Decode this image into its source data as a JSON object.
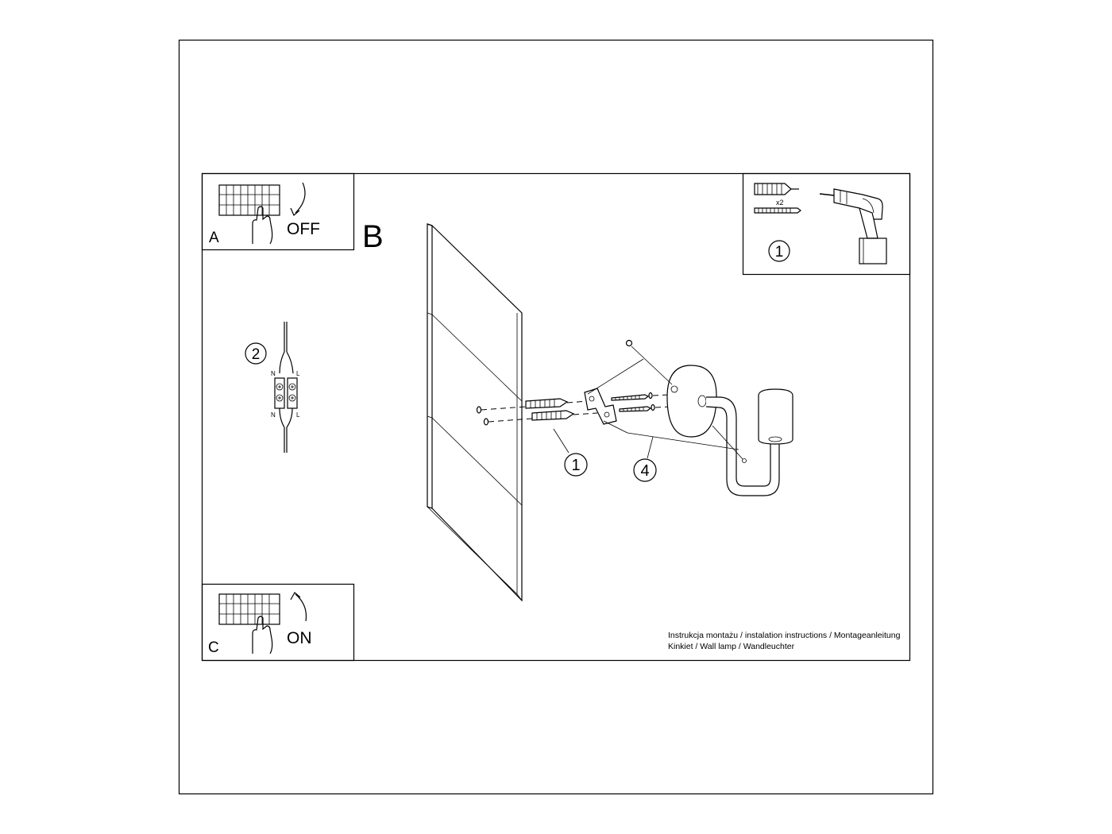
{
  "panel_a": {
    "letter": "A",
    "label": "OFF",
    "icon": "breaker-switch-off-icon"
  },
  "panel_b": {
    "letter": "B"
  },
  "panel_c": {
    "letter": "C",
    "label": "ON",
    "icon": "breaker-switch-on-icon"
  },
  "tools": {
    "quantity": "x2",
    "step": "1",
    "icons": [
      "wall-plug-icon",
      "screw-icon",
      "drill-icon"
    ]
  },
  "wiring": {
    "step": "2",
    "neutral": "N",
    "live": "L"
  },
  "callouts": {
    "dowel_step": "1",
    "mount_step": "4"
  },
  "footer": {
    "line1": "Instrukcja montażu / instalation instructions / Montageanleitung",
    "line2": "Kinkiet / Wall lamp / Wandleuchter"
  }
}
